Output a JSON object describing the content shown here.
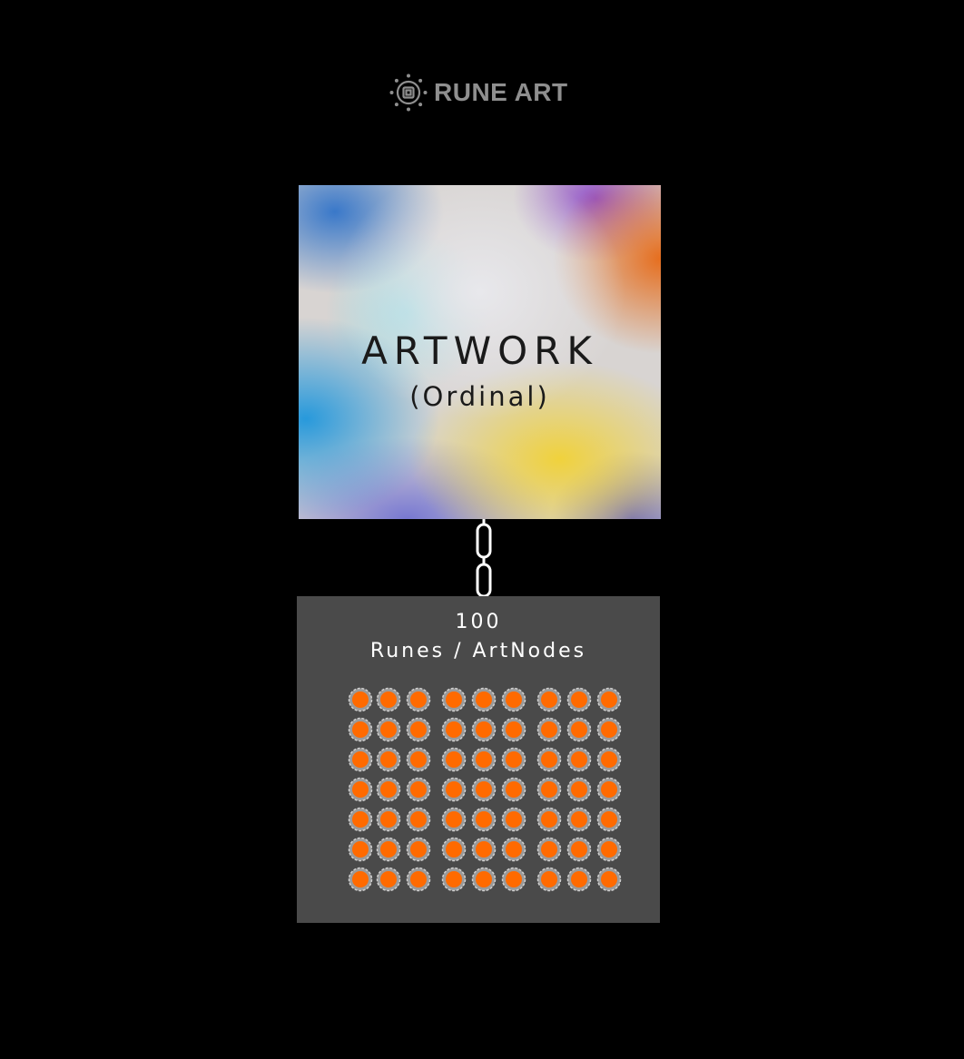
{
  "logo": {
    "text": "RUNE ART",
    "icon": "rune-art-logo-icon",
    "color": "#8f8f8f"
  },
  "artwork": {
    "title": "ARTWORK",
    "subtitle": "(Ordinal)"
  },
  "link": {
    "icon": "chain-link-icon"
  },
  "runes": {
    "count": "100",
    "label": "Runes / ArtNodes",
    "node_icon": "rune-node-icon",
    "node_color": "#ff6a00",
    "box_color": "#4a4a4a",
    "grid": {
      "rows": 7,
      "columns": 9
    }
  }
}
